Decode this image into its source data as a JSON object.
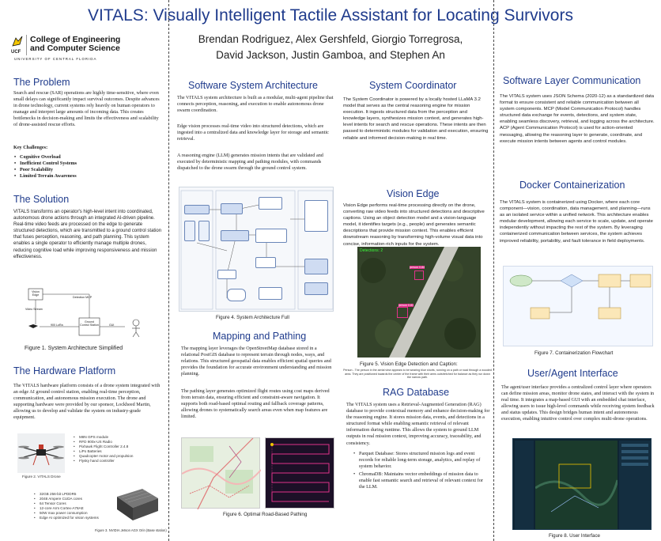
{
  "title": "VITALS: Visually Intelligent Tactile Assistant for Locating Survivors",
  "authors": {
    "line1": "Brendan Rodriguez, Alex Gershfeld, Giorgio Torregrosa,",
    "line2": "David Jackson, Justin Gamboa, and Stephen An"
  },
  "logo": {
    "abbr": "UCF",
    "line1": "College of Engineering",
    "line2": "and Computer Science",
    "line3": "UNIVERSITY OF CENTRAL FLORIDA",
    "icon": "pegasus-icon"
  },
  "problem": {
    "heading": "The Problem",
    "text": "Search and rescue (SAR) operations are highly time-sensitive, where even small delays can significantly impact survival outcomes. Despite advances in drone technology, current systems rely heavily on human operators to manage and interpret large amounts of incoming data. This creates bottlenecks in decision-making and limits the effectiveness and scalability of drone-assisted rescue efforts.",
    "challenges_label": "Key Challenges:",
    "challenges": [
      "Cognitive Overload",
      "Inefficient Control Systems",
      "Poor Scalability",
      "Limited Terrain Awareness"
    ]
  },
  "solution": {
    "heading": "The Solution",
    "text": "VITALS transforms an operator's high-level intent into coordinated, autonomous drone actions through an integrated AI-driven pipeline. Real-time video feeds are processed on the edge to generate structured detections, which are transmitted to a ground control station that fuses perception, reasoning, and path planning. This system enables a single operator to efficiently manage multiple drones, reducing cognitive load while improving responsiveness and mission effectiveness."
  },
  "figure1": {
    "caption": "Figure 1. System Architecture Simplified",
    "node_a": "Vision Edge",
    "node_b": "Ground Control Station",
    "link_1": "Detection MCP",
    "link_2": "Video Stream",
    "link_3": "900 LoRa",
    "link_4": "GUI"
  },
  "hardware": {
    "heading": "The Hardware Platform",
    "text": "The VITALS hardware platform consists of a drone system integrated with an edge AI ground control station, enabling real-time perception, communication, and autonomous mission execution. The drone and supporting hardware were provided by our sponsor, Lockheed Martin, allowing us to develop and validate the system on industry-grade equipment.",
    "drone_specs": [
      "M8N GPS module",
      "RFD 900x-US Radio",
      "Pixhawk Flight Controller 2.4.8",
      "LiPo Batteries",
      "Quadcopter motor and propulsion",
      "Flysky hand controller"
    ],
    "fig2_caption": "Figure 2. VITALS Drone",
    "jetson_specs": [
      "32GB 256-bit LPDDR5",
      "2048 Ampere CUDA cores",
      "64 Tensor Cores",
      "12-core Arm Cortex-A78AE",
      "50W max power consumption",
      "Edge AI optimized for vision systems"
    ],
    "fig3_caption": "Figure 3. NVIDIA Jetson AGX Orin (Base station)"
  },
  "software_arch": {
    "heading": "Software System Architecture",
    "p1": "The VITALS system architecture is built as a modular, multi-agent pipeline that connects perception, reasoning, and execution to enable autonomous drone swarm coordination.",
    "p2": "Edge vision processes real-time video into structured detections, which are ingested into a centralized data and knowledge layer for storage and semantic retrieval.",
    "p3": "A reasoning engine (LLM) generates mission intents that are validated and executed by deterministic mapping and pathing modules, with commands dispatched to the drone swarm through the ground control system.",
    "fig4_caption": "Figure 4. System Architecture Full"
  },
  "mapping": {
    "heading": "Mapping and Pathing",
    "p1": "The mapping layer leverages the OpenStreetMap database stored in a relational PostGIS database to represent terrain through nodes, ways, and relations. This structured geospatial data enables efficient spatial queries and provides the foundation for accurate environment understanding and mission planning.",
    "p2": "The pathing layer generates optimized flight routes using cost maps derived from terrain data, ensuring efficient and constraint-aware navigation. It supports both road-based optimal routing and fallback coverage patterns, allowing drones to systematically search areas even when map features are limited.",
    "fig6_caption": "Figure 6. Optimal Road-Based Pathing"
  },
  "coordinator": {
    "heading": "System Coordinator",
    "text": "The System Coordinator is powered by a locally hosted LLaMA 3.2 model that serves as the central reasoning engine for mission execution. It ingests structured data from the perception and knowledge layers, synthesizes mission context, and generates high-level intents for search and rescue operations. These intents are then passed to deterministic modules for validation and execution, ensuring reliable and informed decision-making in real time."
  },
  "vision": {
    "heading": "Vision Edge",
    "text": "Vision Edge performs real-time processing directly on the drone, converting raw video feeds into structured detections and descriptive captions. Using an object detection model and a vision-language model, it identifies targets (e.g., people) and generates semantic descriptions that provide mission context. This enables efficient downstream reasoning by transforming high-volume visual data into concise, information-rich inputs for the system.",
    "overlay": "Detections: 2",
    "box1": "person 0.84",
    "box2": "person 0.81",
    "fig5_caption": "Figure 5. Vision Edge Detection and Caption:",
    "fig5_sub": "Person - The person in the aerial view appears to be wearing blue shorts, running on a path or road through a wooded area. They are positioned towards the center of the frame with their arms outstretched for balance as they run down the narrow path."
  },
  "rag": {
    "heading": "RAG Database",
    "text": "The VITALS system uses a Retrieval-Augmented Generation (RAG) database to provide contextual memory and enhance decision-making for the reasoning engine. It stores mission data, events, and detections in a structured format while enabling semantic retrieval of relevant information during runtime. This allows the system to ground LLM outputs in real mission context, improving accuracy, traceability, and consistency.",
    "bullet1": "Parquet Database: Stores structured mission logs and event records for reliable long-term storage, analytics, and replay of system behavior.",
    "bullet2": "ChromaDB: Maintains vector embeddings of mission data to enable fast semantic search and retrieval of relevant context for the LLM."
  },
  "software_layer": {
    "heading": "Software Layer Communication",
    "text": "The VITALS system uses JSON Schema (2020-12) as a standardized data format to ensure consistent and reliable communication between all system components. MCP (Model Communication Protocol) handles structured data exchange for events, detections, and system state, enabling seamless discovery, retrieval, and logging across the architecture. ACP (Agent Communication Protocol) is used for action-oriented messaging, allowing the reasoning layer to generate, coordinate, and execute mission intents between agents and control modules."
  },
  "docker": {
    "heading": "Docker Containerization",
    "text": "The VITALS system is containerized using Docker, where each core component—vision, coordination, data management, and planning—runs as an isolated service within a unified network. This architecture enables modular development, allowing each service to scale, update, and operate independently without impacting the rest of the system. By leveraging containerized communication between services, the system achieves improved reliability, portability, and fault tolerance in field deployments.",
    "fig7_caption": "Figure 7. Containerization Flowchart"
  },
  "interface": {
    "heading": "User/Agent Interface",
    "text": "The agent/user interface provides a centralized control layer where operators can define mission areas, monitor drone states, and interact with the system in real time. It integrates a map-based GUI with an embedded chat interface, allowing users to issue high-level commands while receiving system feedback and status updates. This design bridges human intent and autonomous execution, enabling intuitive control over complex multi-drone operations.",
    "fig8_caption": "Figure 8. User Interface"
  },
  "colors": {
    "heading": "#1f3b8c",
    "accent": "#f2c500",
    "panel": "#0f2433"
  }
}
